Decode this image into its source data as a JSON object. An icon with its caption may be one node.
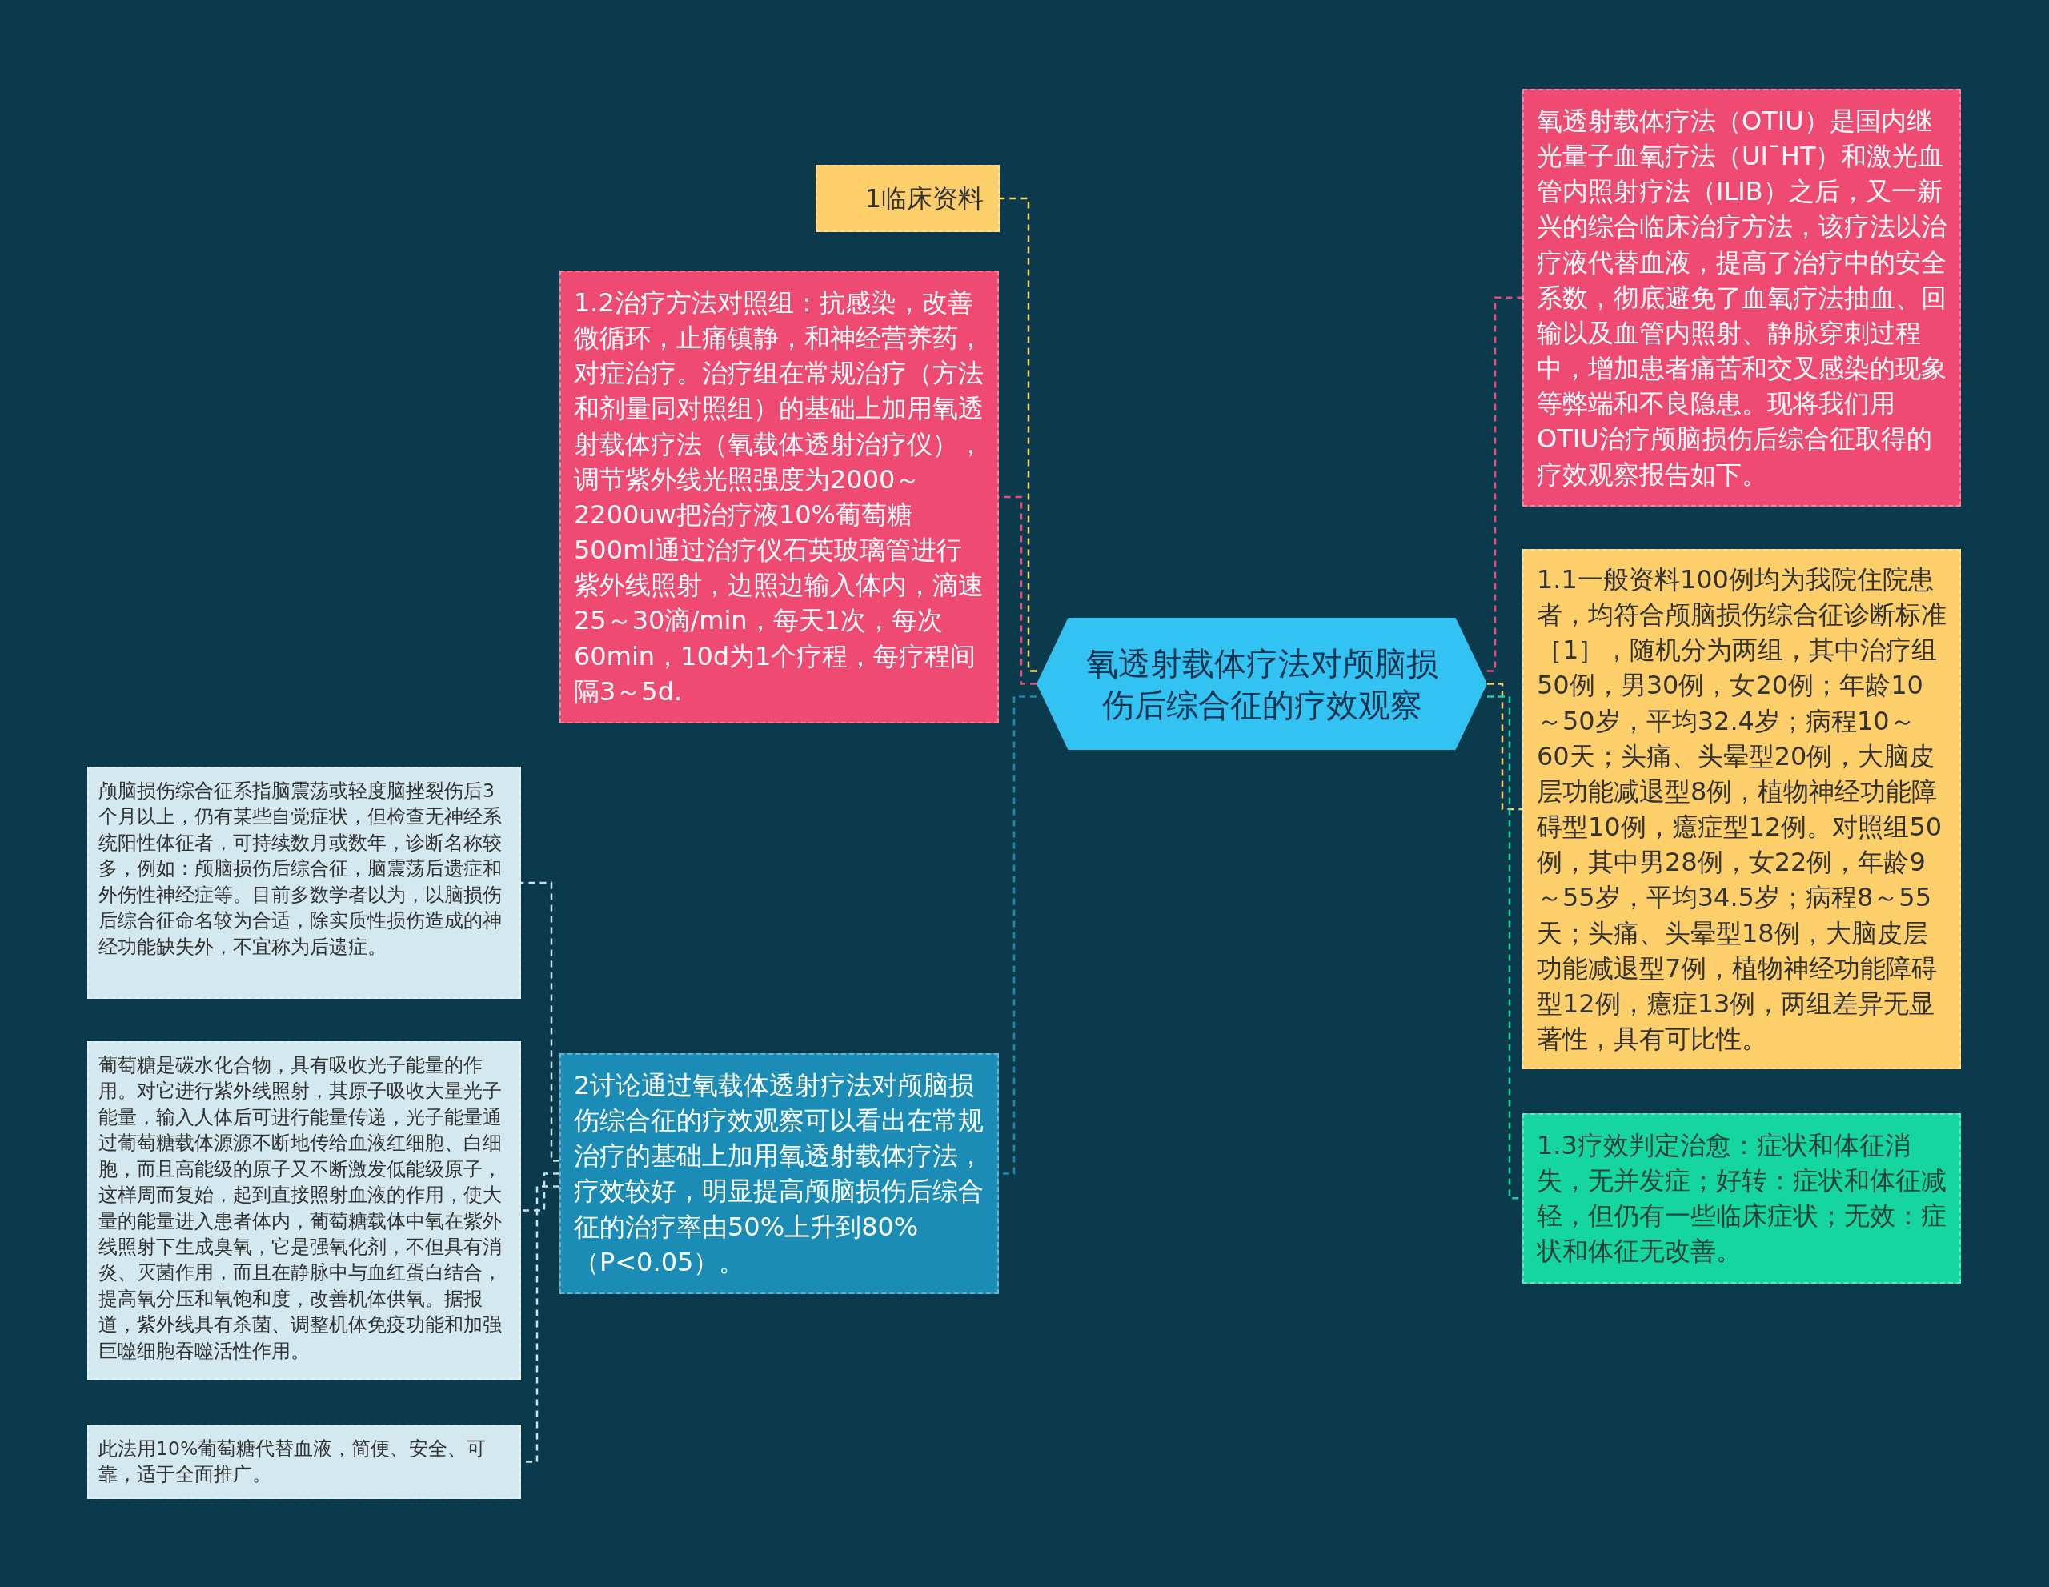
{
  "diagram": {
    "nodes": [
      {
        "text": [
          "氧透射载体疗法对颅脑损伤后综合征的疗效观察"
        ]
      },
      {
        "text": [
          "1临床资料"
        ]
      },
      {
        "text": [
          "1.2治疗方法对照组：抗感染，改善微循环，止痛镇静，和神经营养药，对症治疗。治疗组在常规治疗（方法和剂量同对照组）的基础上加用氧透射载体疗法（氧载体透射治疗仪），调节紫外线光照强度为2000～2200uw把治疗液10%葡萄糖500ml通过治疗仪石英玻璃管进行紫外线照射，边照边输入体内，滴速25～30滴/min，每天1次，每次60min，10d为1个疗程，每疗程间隔3～5d."
        ]
      },
      {
        "text": [
          "2讨论通过氧载体透射疗法对颅脑损伤综合征的疗效观察可以看出在常规治疗的基础上加用氧透射载体疗法，疗效较好，明显提高颅脑损伤后综合征的治疗率由50%上升到80%（P<0.05）。"
        ]
      },
      {
        "text": [
          "颅脑损伤综合征系指脑震荡或轻度脑挫裂伤后3个月以上，仍有某些自觉症状，但检查无神经系统阳性体征者，可持续数月或数年，诊断名称较多，例如：颅脑损伤后综合征，脑震荡后遗症和外伤性神经症等。目前多数学者以为，以脑损伤后综合征命名较为合适，除实质性损伤造成的神经功能缺失外，不宜称为后遗症。"
        ]
      },
      {
        "text": [
          "葡萄糖是碳水化合物，具有吸收光子能量的作用。对它进行紫外线照射，其原子吸收大量光子能量，输入人体后可进行能量传递，光子能量通过葡萄糖载体源源不断地传给血液红细胞、白细胞，而且高能级的原子又不断激发低能级原子，这样周而复始，起到直接照射血液的作用，使大量的能量进入患者体内，葡萄糖载体中氧在紫外线照射下生成臭氧，它是强氧化剂，不但具有消炎、灭菌作用，而且在静脉中与血红蛋白结合，提高氧分压和氧饱和度，改善机体供氧。据报道，紫外线具有杀菌、调整机体免疫功能和加强巨噬细胞吞噬活性作用。"
        ]
      },
      {
        "text": [
          "此法用10%葡萄糖代替血液，简便、安全、可靠，适于全面推广。"
        ]
      },
      {
        "text": [
          "氧透射载体疗法（OTIU）是国内继光量子血氧疗法（UI¯HT）和激光血管内照射疗法（ILIB）之后，又一新兴的综合临床治疗方法，该疗法以治疗液代替血液，提高了治疗中的安全系数，彻底避免了血氧疗法抽血、回输以及血管内照射、静脉穿刺过程中，增加患者痛苦和交叉感染的现象等弊端和不良隐患。现将我们用OTIU治疗颅脑损伤后综合征取得的疗效观察报告如下。"
        ]
      },
      {
        "text": [
          "1.1一般资料100例均为我院住院患者，均符合颅脑损伤综合征诊断标准［1］，随机分为两组，其中治疗组50例，男30例，女20例；年龄10～50岁，平均32.4岁；病程10～60天；头痛、头晕型20例，大脑皮层功能减退型8例，植物神经功能障碍型10例，癔症型12例。对照组50例，其中男28例，女22例，年龄9～55岁，平均34.5岁；病程8～55天；头痛、头晕型18例，大脑皮层功能减退型7例，植物神经功能障碍型12例，癔症13例，两组差异无显著性，具有可比性。"
        ]
      },
      {
        "text": [
          "1.3疗效判定治愈：症状和体征消失，无并发症；好转：症状和体征减轻，但仍有一些临床症状；无效：症状和体征无改善。"
        ]
      }
    ],
    "edges": [
      {
        "from": 0,
        "to": 1,
        "arrow": "none",
        "style": "dashed",
        "color": "#f7d56b"
      },
      {
        "from": 0,
        "to": 2,
        "arrow": "none",
        "style": "dashed",
        "color": "#ee4a72"
      },
      {
        "from": 0,
        "to": 3,
        "arrow": "none",
        "style": "dashed",
        "color": "#1a8cb5"
      },
      {
        "from": 3,
        "to": 4,
        "arrow": "none",
        "style": "dashed",
        "color": "#c9e2ec"
      },
      {
        "from": 3,
        "to": 5,
        "arrow": "none",
        "style": "dashed",
        "color": "#c9e2ec"
      },
      {
        "from": 3,
        "to": 6,
        "arrow": "none",
        "style": "dashed",
        "color": "#c9e2ec"
      },
      {
        "from": 0,
        "to": 7,
        "arrow": "none",
        "style": "dashed",
        "color": "#ee4a72"
      },
      {
        "from": 0,
        "to": 8,
        "arrow": "none",
        "style": "dashed",
        "color": "#fccf6a"
      },
      {
        "from": 0,
        "to": 9,
        "arrow": "none",
        "style": "dashed",
        "color": "#16d6a0"
      }
    ]
  }
}
